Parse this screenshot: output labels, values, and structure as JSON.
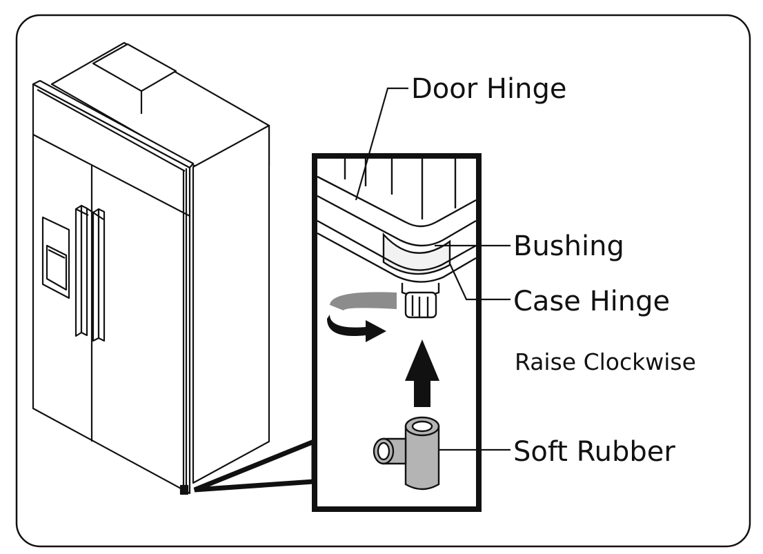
{
  "labels": {
    "door_hinge": "Door Hinge",
    "bushing": "Bushing",
    "case_hinge": "Case Hinge",
    "raise_clockwise": "Raise Clockwise",
    "soft_rubber": "Soft Rubber"
  },
  "colors": {
    "line": "#111111",
    "rotation_arc": "#8c8c8c",
    "rubber_fill": "#b4b4b4",
    "bushing_fill": "#f2f2f2"
  }
}
